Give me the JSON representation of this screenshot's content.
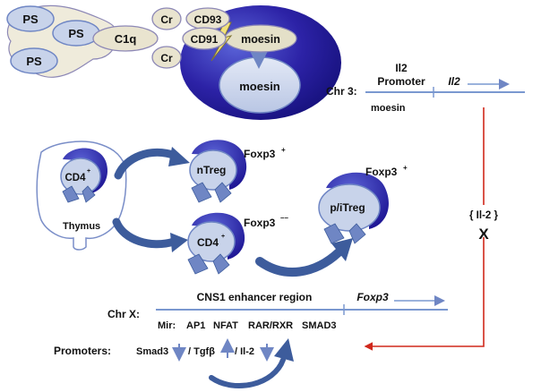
{
  "complex": {
    "ps1": "PS",
    "ps2": "PS",
    "ps3": "PS",
    "c1q": "C1q",
    "cr_top": "Cr",
    "cr_bottom": "Cr",
    "cd93": "CD93",
    "cd91": "CD91",
    "moesin_top": "moesin",
    "moesin_bottom": "moesin"
  },
  "chr3": {
    "label": "Chr 3:",
    "promoter_line1": "Il2",
    "promoter_line2": "Promoter",
    "gene": "Il2",
    "moesin_label": "moesin"
  },
  "cells": {
    "thymus": "Thymus",
    "cd4_thymus": "CD4",
    "cd4_thymus_sup": "+",
    "ntreg": "nTreg",
    "foxp3_pos_1": "Foxp3",
    "foxp3_pos_1_sup": "+",
    "cd4_periph": "CD4",
    "cd4_periph_sup": "+",
    "foxp3_neg": "Foxp3",
    "foxp3_neg_sup": "––",
    "pitreg": "p/iTreg",
    "foxp3_pos_2": "Foxp3",
    "foxp3_pos_2_sup": "+"
  },
  "il2_block": {
    "label": "{ Il-2 }",
    "mark": "X"
  },
  "chrX": {
    "label": "Chr X:",
    "enhancer": "CNS1 enhancer region",
    "gene": "Foxp3",
    "mir_label": "Mir:",
    "factors": [
      "AP1",
      "NFAT",
      "RAR/RXR",
      "SMAD3"
    ]
  },
  "promoters": {
    "label": "Promoters:",
    "smad3": "Smad3",
    "tgfb": "/ Tgfβ",
    "il2": "/ Il-2"
  },
  "colors": {
    "lavender": "#c8d3ea",
    "mid_blue": "#6f86c4",
    "dark_blue": "#3a2fa8",
    "deep_blue": "#1c1490",
    "red": "#d0281c",
    "tan": "#e9e4cf",
    "line_blue": "#7a98d0"
  }
}
